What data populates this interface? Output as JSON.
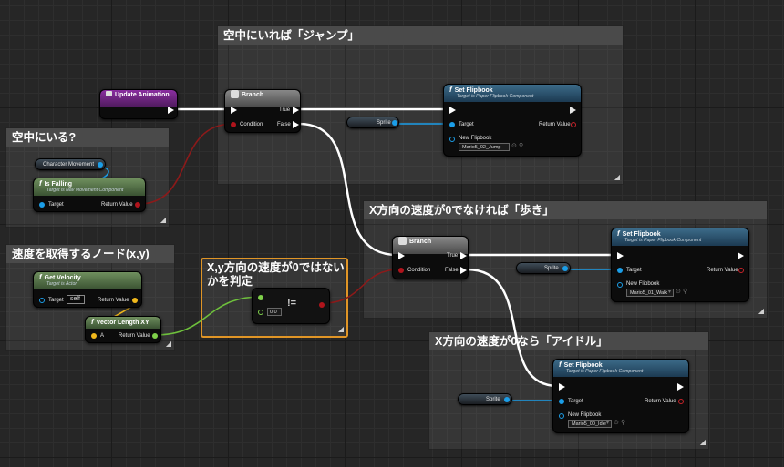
{
  "comments": {
    "in_air_jump": "空中にいれば「ジャンプ」",
    "in_air": "空中にいる?",
    "velocity_node": "速度を取得するノード(x,y)",
    "x_nonzero_walk": "X方向の速度が0でなければ「歩き」",
    "xy_nonzero_check": "X,y方向の速度が0ではないかを判定",
    "x_zero_idle": "X方向の速度が0なら「アイドル」"
  },
  "nodes": {
    "update_animation": {
      "title": "Update Animation"
    },
    "branch1": {
      "title": "Branch",
      "pin_condition": "Condition",
      "pin_true": "True",
      "pin_false": "False"
    },
    "set_flipbook_jump": {
      "title": "Set Flipbook",
      "subtitle": "Target is Paper Flipbook Component",
      "pin_target": "Target",
      "pin_return": "Return Value",
      "pin_new": "New Flipbook",
      "value": "Mario5_02_Jump"
    },
    "sprite_var_1": {
      "label": "Sprite"
    },
    "character_movement": {
      "label": "Character Movement"
    },
    "is_falling": {
      "title": "Is Falling",
      "subtitle": "Target is Nav Movement Component",
      "pin_target": "Target",
      "pin_return": "Return Value"
    },
    "get_velocity": {
      "title": "Get Velocity",
      "subtitle": "Target is Actor",
      "pin_target": "Target",
      "self": "self",
      "pin_return": "Return Value"
    },
    "vector_length": {
      "title": "Vector Length XY",
      "pin_a": "A",
      "pin_return": "Return Value"
    },
    "not_equal": {
      "symbol": "!=",
      "value": "0.0"
    },
    "branch2": {
      "title": "Branch",
      "pin_condition": "Condition",
      "pin_true": "True",
      "pin_false": "False"
    },
    "set_flipbook_walk": {
      "title": "Set Flipbook",
      "subtitle": "Target is Paper Flipbook Component",
      "pin_target": "Target",
      "pin_return": "Return Value",
      "pin_new": "New Flipbook",
      "value": "Mario5_01_Walk"
    },
    "sprite_var_2": {
      "label": "Sprite"
    },
    "set_flipbook_idle": {
      "title": "Set Flipbook",
      "subtitle": "Target is Paper Flipbook Component",
      "pin_target": "Target",
      "pin_return": "Return Value",
      "pin_new": "New Flipbook",
      "value": "Mario5_00_Idle"
    },
    "sprite_var_3": {
      "label": "Sprite"
    }
  },
  "colors": {
    "exec_wire": "#ffffff",
    "bool_wire": "#8c1a1a",
    "object_wire": "#1b9ee8",
    "float_wire": "#6ec03c",
    "vector_wire": "#f0b81c",
    "comment_highlight": "#e09526"
  }
}
